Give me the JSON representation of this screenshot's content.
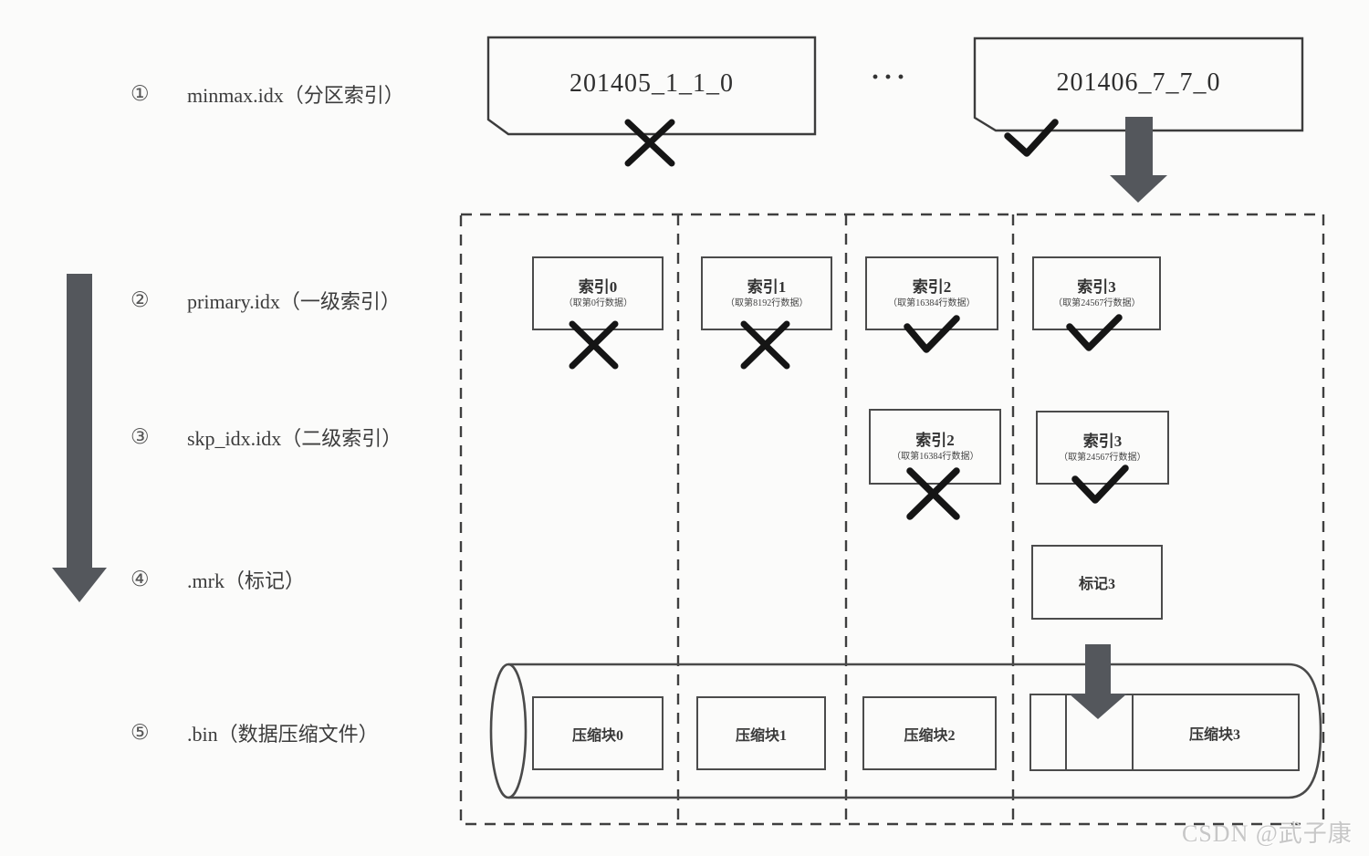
{
  "rows": [
    {
      "num": "①",
      "label": "minmax.idx（分区索引）"
    },
    {
      "num": "②",
      "label": "primary.idx（一级索引）"
    },
    {
      "num": "③",
      "label": "skp_idx.idx（二级索引）"
    },
    {
      "num": "④",
      "label": ".mrk（标记）"
    },
    {
      "num": "⑤",
      "label": ".bin（数据压缩文件）"
    }
  ],
  "partitions": {
    "left": "201405_1_1_0",
    "ellipsis": "···",
    "right": "201406_7_7_0"
  },
  "primary_index": [
    {
      "title": "索引0",
      "subtitle": "（取第0行数据）",
      "result": "fail"
    },
    {
      "title": "索引1",
      "subtitle": "（取第8192行数据）",
      "result": "fail"
    },
    {
      "title": "索引2",
      "subtitle": "（取第16384行数据）",
      "result": "pass"
    },
    {
      "title": "索引3",
      "subtitle": "（取第24567行数据）",
      "result": "pass"
    }
  ],
  "skip_index": [
    {
      "title": "索引2",
      "subtitle": "（取第16384行数据）",
      "result": "fail"
    },
    {
      "title": "索引3",
      "subtitle": "（取第24567行数据）",
      "result": "pass"
    }
  ],
  "mark": {
    "label": "标记3"
  },
  "bin_blocks": [
    "压缩块0",
    "压缩块1",
    "压缩块2",
    "压缩块3"
  ],
  "watermark": "CSDN @武子康",
  "colors": {
    "arrow": "#54575c",
    "line": "#4b4b4b",
    "mark": "#151515"
  }
}
